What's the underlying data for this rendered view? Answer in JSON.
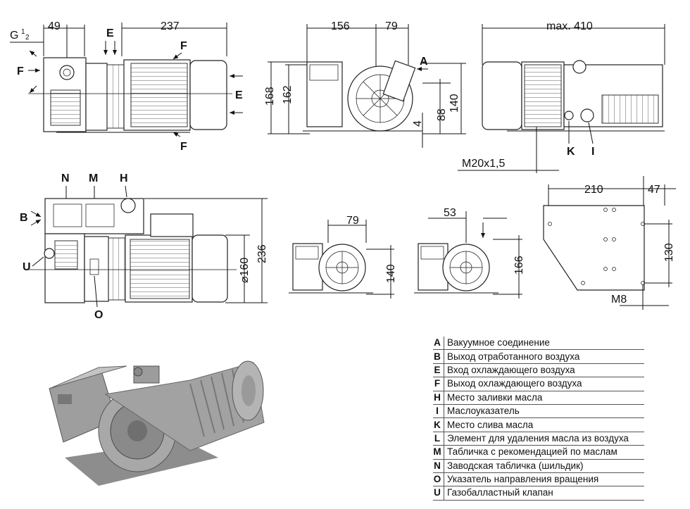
{
  "dims": {
    "g_thread": "G",
    "g_frac_num": "1",
    "g_frac_den": "2",
    "d49": "49",
    "d237": "237",
    "d156": "156",
    "d79_top": "79",
    "dmax410": "max. 410",
    "d168": "168",
    "d162": "162",
    "d140_right": "140",
    "d88": "88",
    "d4": "4",
    "m20": "M20x1,5",
    "d210": "210",
    "d47": "47",
    "d130": "130",
    "m8": "M8",
    "dia160": "⌀160",
    "d236": "236",
    "d79_mid": "79",
    "d140_mid": "140",
    "d53": "53",
    "d166": "166"
  },
  "labels": {
    "A": "A",
    "B": "B",
    "E": "E",
    "F": "F",
    "H": "H",
    "I": "I",
    "K": "K",
    "M": "M",
    "N": "N",
    "O": "O",
    "U": "U"
  },
  "legend": [
    {
      "key": "A",
      "text": "Вакуумное соединение"
    },
    {
      "key": "B",
      "text": "Выход отработанного воздуха"
    },
    {
      "key": "E",
      "text": "Вход охлаждающего воздуха"
    },
    {
      "key": "F",
      "text": "Выход охлаждающего воздуха"
    },
    {
      "key": "H",
      "text": "Место заливки масла"
    },
    {
      "key": "I",
      "text": "Маслоуказатель"
    },
    {
      "key": "K",
      "text": "Место слива масла"
    },
    {
      "key": "L",
      "text": "Элемент для удаления масла из воздуха"
    },
    {
      "key": "M",
      "text": "Табличка с рекомендацией по маслам"
    },
    {
      "key": "N",
      "text": "Заводская табличка (шильдик)"
    },
    {
      "key": "O",
      "text": "Указатель направления вращения"
    },
    {
      "key": "U",
      "text": "Газобалластный клапан"
    }
  ]
}
